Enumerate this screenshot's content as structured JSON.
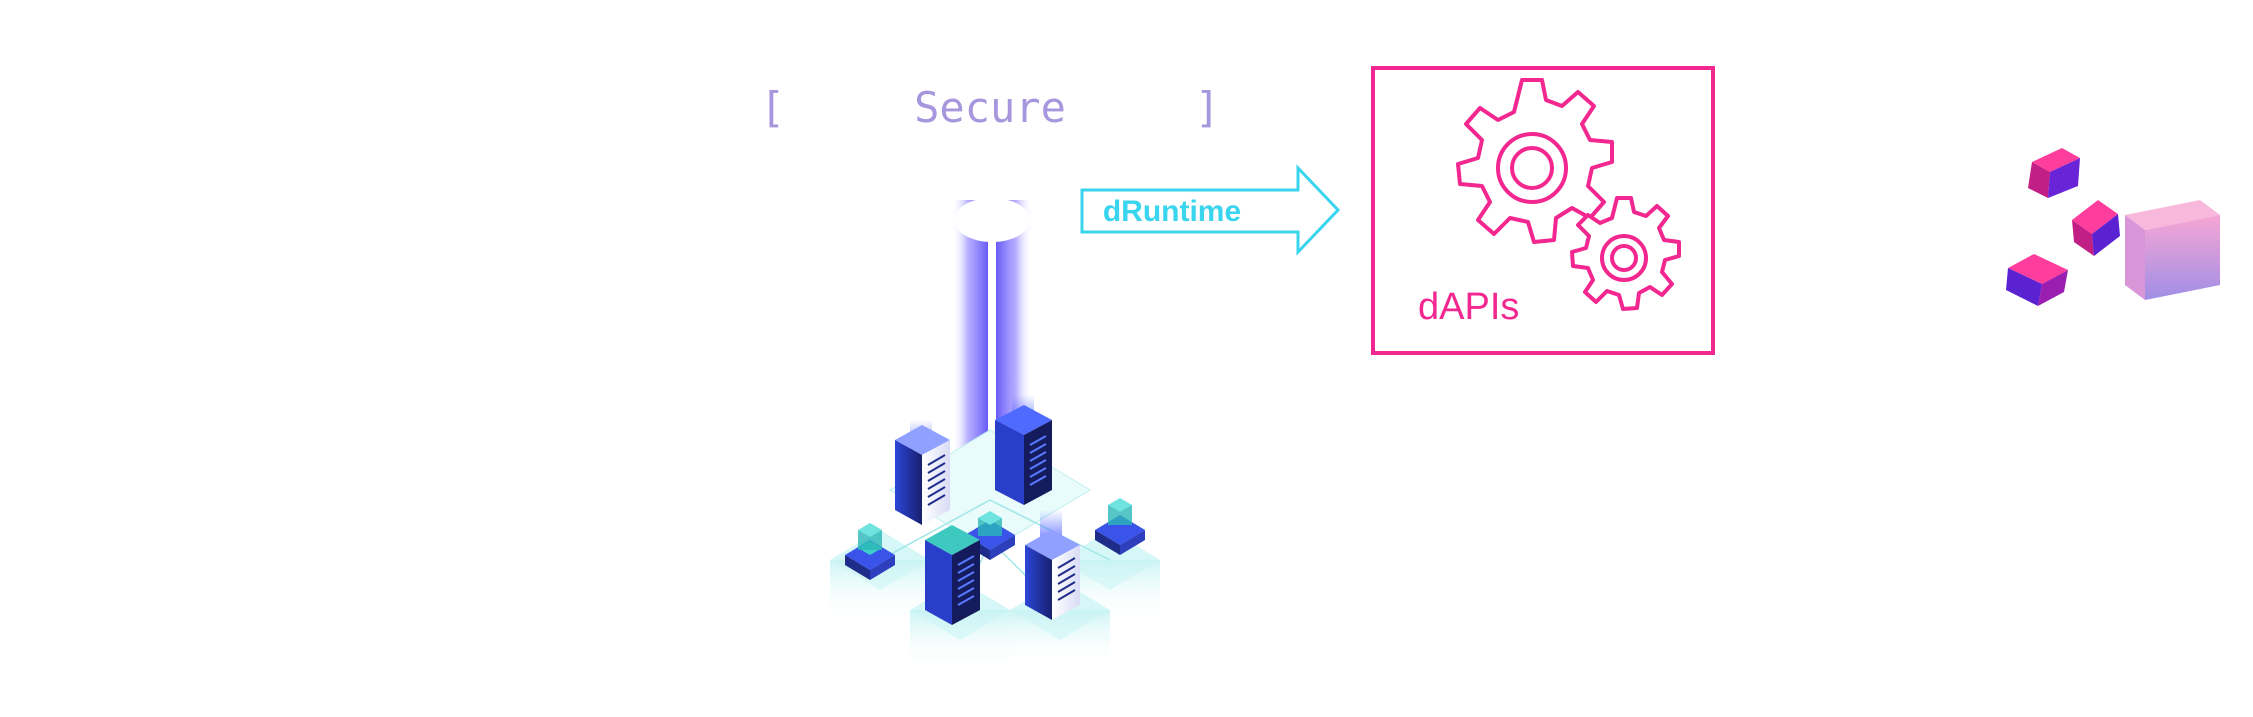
{
  "secure_label": {
    "open_bracket": "[",
    "text": "Secure",
    "close_bracket": "]"
  },
  "arrow": {
    "label": "dRuntime"
  },
  "dapis_box": {
    "label": "dAPIs"
  },
  "colors": {
    "bracket_text": "#a696dd",
    "arrow_outline": "#39d4ee",
    "dapis_pink": "#f2278f",
    "beam": "#6a5cff",
    "server_dark": "#1c2a7a",
    "server_blue": "#3f57ff",
    "platform_cyan": "#c9f4f4",
    "cube_magenta": "#e0207f",
    "cube_purple": "#4a2bd6",
    "cube_pink_light": "#f5a8d6"
  },
  "icons": {
    "gear_large": "gear-icon",
    "gear_small": "gear-icon",
    "server_cluster": "server-cluster-illustration",
    "cubes": "floating-cubes-illustration"
  }
}
